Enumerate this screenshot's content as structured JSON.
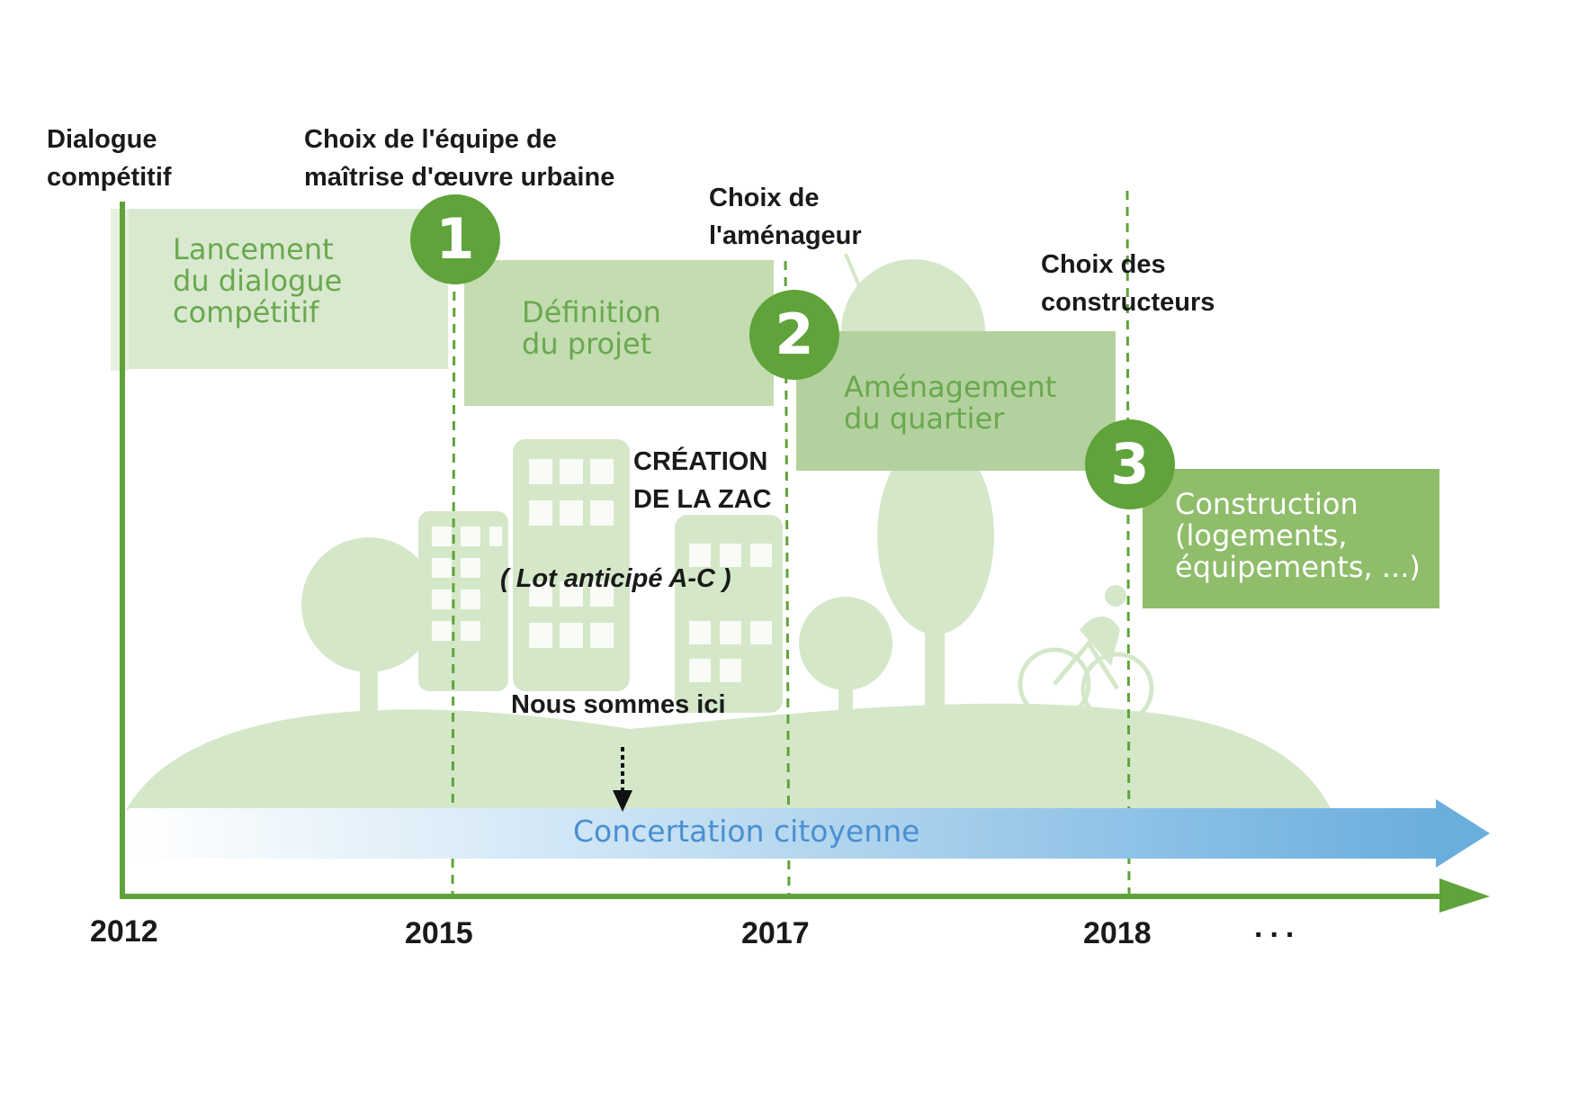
{
  "milestones": {
    "dialogue": "Dialogue\ncompétitif",
    "equipe": "Choix de l'équipe de\nmaîtrise d'œuvre urbaine",
    "amenageur": "Choix de\nl'aménageur",
    "constructeurs": "Choix des\nconstructeurs"
  },
  "phases": {
    "lancement": "Lancement\ndu dialogue\ncompétitif",
    "definition": "Définition\ndu projet",
    "amenagement": "Aménagement\ndu quartier",
    "construction": "Construction\n(logements,\néquipements, ...)"
  },
  "steps": [
    "1",
    "2",
    "3"
  ],
  "annotations": {
    "creation": "CRÉATION\nDE LA ZAC",
    "lot": "( Lot anticipé A-C )",
    "here": "Nous sommes ici"
  },
  "concertation": "Concertation citoyenne",
  "years": [
    "2012",
    "2015",
    "2017",
    "2018"
  ],
  "ellipsis": "...",
  "colors": {
    "green_dark": "#5fa33a",
    "green_light": "#d9e9cf",
    "green_mid": "#c3dcb0",
    "green_soft": "#b3d19e",
    "green_strong": "#8fbd6a",
    "illustration": "#cfe4c4",
    "blue_start": "#eaf4fb",
    "blue_end": "#6aaede",
    "text_phase": "#6aa84f",
    "text_blue": "#4a8fd0"
  }
}
